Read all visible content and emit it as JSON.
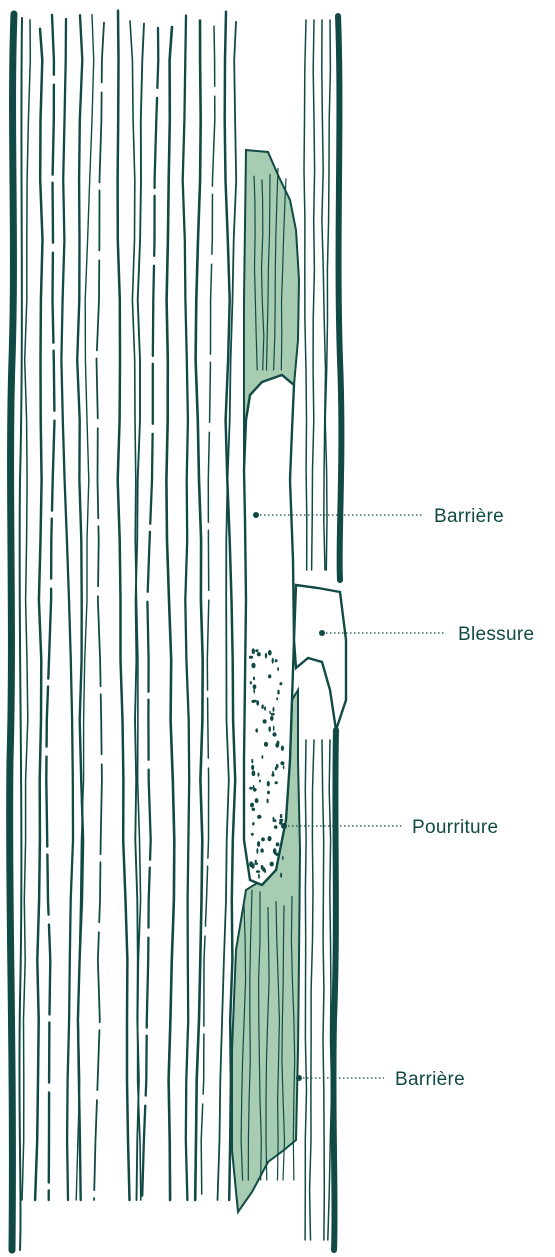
{
  "colors": {
    "ink": "#114a44",
    "tissue": "#a8ccb2",
    "background": "#ffffff"
  },
  "labels": {
    "barrier_upper": "Barrière",
    "wound": "Blessure",
    "rot": "Pourriture",
    "barrier_lower": "Barrière"
  }
}
